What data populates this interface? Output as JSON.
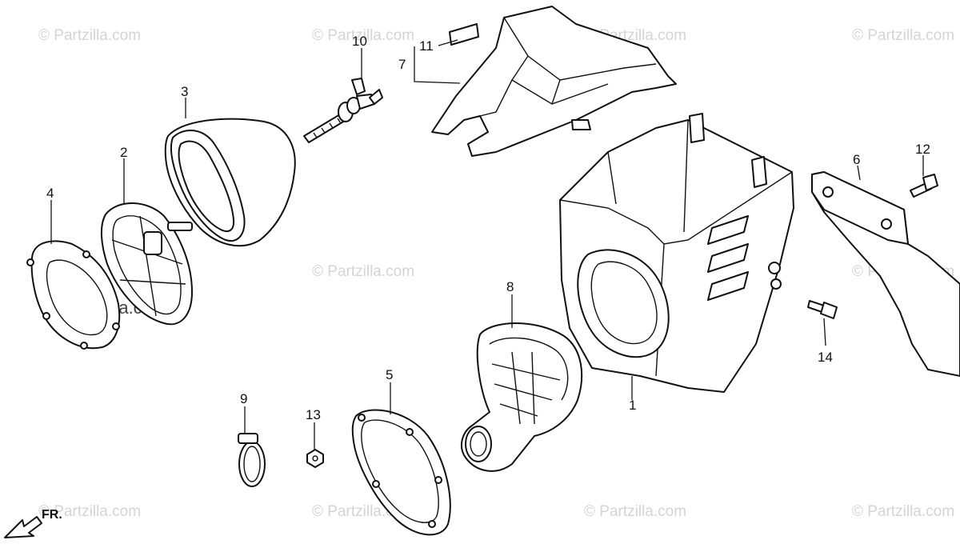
{
  "watermark": "© Partzilla.com",
  "front_marker": "FR.",
  "callouts": {
    "c1": "1",
    "c2": "2",
    "c3": "3",
    "c4": "4",
    "c5": "5",
    "c6": "6",
    "c7": "7",
    "c8": "8",
    "c9": "9",
    "c10": "10",
    "c11": "11",
    "c12": "12",
    "c13": "13",
    "c14": "14"
  }
}
